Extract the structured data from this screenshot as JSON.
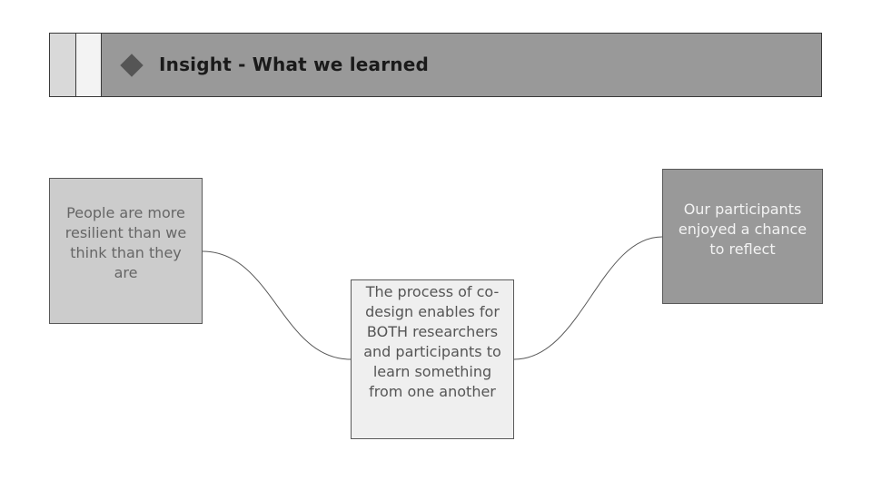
{
  "header": {
    "title": "Insight - What we learned"
  },
  "nodes": {
    "left": "People are more resilient than we think than they are",
    "middle": "The process of co-design enables for BOTH researchers and participants to learn something from one another",
    "right": "Our participants enjoyed a chance to reflect"
  },
  "colors": {
    "header_bg": "#999999",
    "left_box": "#cccccc",
    "middle_box": "#efefef",
    "right_box": "#999999",
    "connector": "#595959"
  }
}
